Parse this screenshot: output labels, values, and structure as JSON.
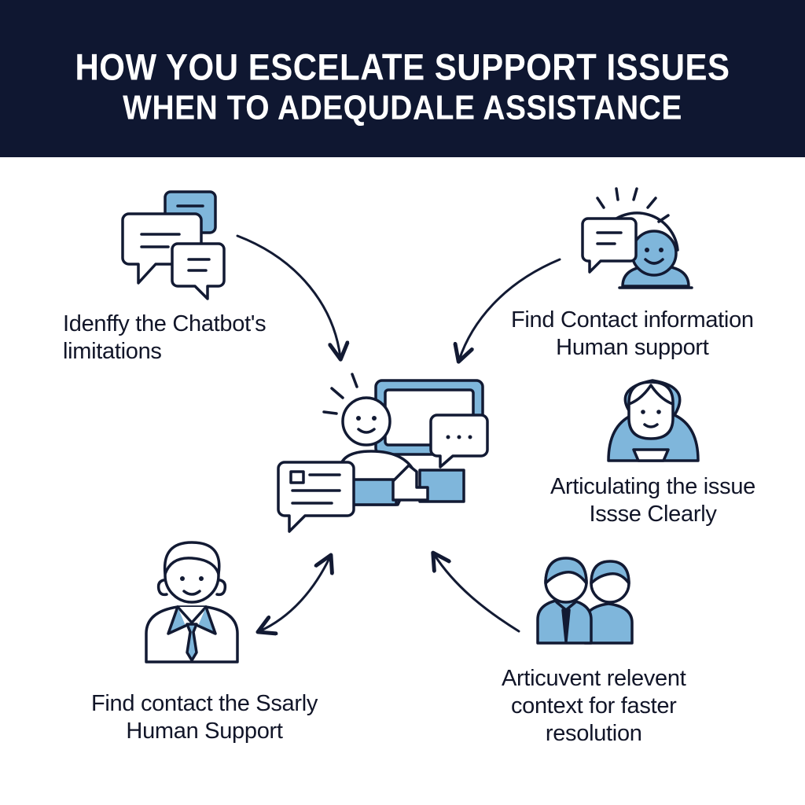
{
  "title": {
    "line1": "HOW YOU ESCELATE SUPPORT ISSUES",
    "line2": "WHEN TO ADEQUDALE ASSISTANCE"
  },
  "nodes": [
    {
      "id": "identify",
      "lines": [
        "Idenffy the Chatbot's",
        "limitations"
      ],
      "icon": "chat-bubbles-icon"
    },
    {
      "id": "find-contact",
      "lines": [
        "Find Contact information",
        "Human support"
      ],
      "icon": "support-agent-headset-icon"
    },
    {
      "id": "articulate",
      "lines": [
        "Articulating the issue",
        "Issse Clearly"
      ],
      "icon": "woman-avatar-icon"
    },
    {
      "id": "context",
      "lines": [
        "Articuvent relevent",
        "context for faster",
        "resolution"
      ],
      "icon": "two-people-icon"
    },
    {
      "id": "human",
      "lines": [
        "Find contact the Ssarly",
        "Human Support"
      ],
      "icon": "businessman-icon"
    }
  ],
  "center": {
    "icon": "person-at-computer-chat-icon"
  },
  "colors": {
    "header_bg": "#0f1731",
    "accent": "#7fb6db",
    "stroke": "#121a33"
  }
}
